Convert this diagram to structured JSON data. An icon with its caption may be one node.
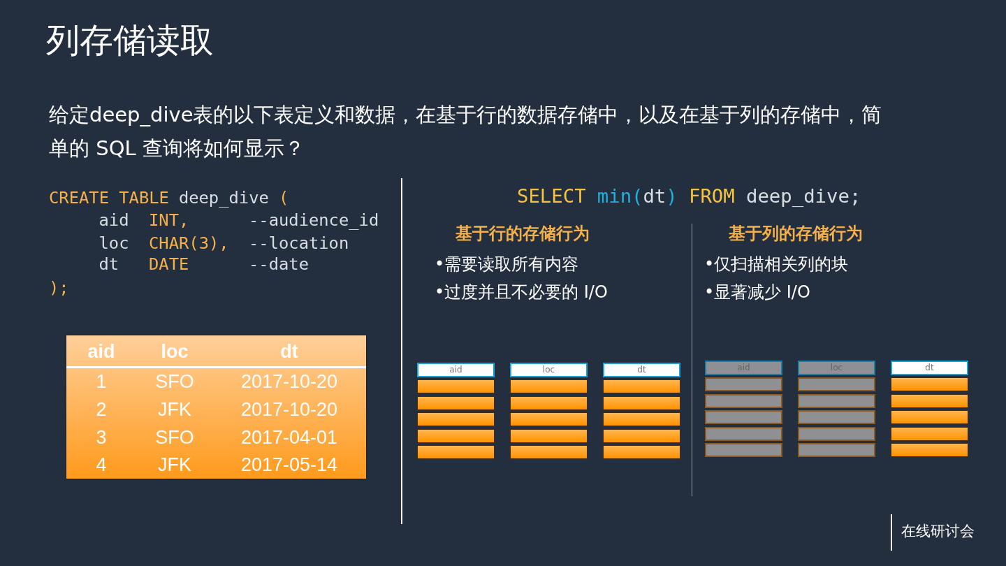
{
  "diagram": {
    "title": "列存储读取",
    "nodes": [
      {
        "text": [
          "aid"
        ]
      },
      {
        "text": [],
        "shape": "bar"
      },
      {
        "text": [],
        "shape": "bar"
      },
      {
        "text": [],
        "shape": "bar"
      },
      {
        "text": [],
        "shape": "bar"
      },
      {
        "text": [],
        "shape": "bar"
      },
      {
        "text": [
          "loc"
        ]
      },
      {
        "text": [],
        "shape": "bar"
      },
      {
        "text": [],
        "shape": "bar"
      },
      {
        "text": [],
        "shape": "bar"
      },
      {
        "text": [],
        "shape": "bar"
      },
      {
        "text": [],
        "shape": "bar"
      },
      {
        "text": [
          "dt"
        ]
      },
      {
        "text": [],
        "shape": "bar"
      },
      {
        "text": [],
        "shape": "bar"
      },
      {
        "text": [],
        "shape": "bar"
      },
      {
        "text": [],
        "shape": "bar"
      },
      {
        "text": [],
        "shape": "bar"
      },
      {
        "text": [
          "aid"
        ]
      },
      {
        "text": [],
        "shape": "bar"
      },
      {
        "text": [],
        "shape": "bar"
      },
      {
        "text": [],
        "shape": "bar"
      },
      {
        "text": [],
        "shape": "bar"
      },
      {
        "text": [],
        "shape": "bar"
      },
      {
        "text": [
          "loc"
        ]
      },
      {
        "text": [],
        "shape": "bar"
      },
      {
        "text": [],
        "shape": "bar"
      },
      {
        "text": [],
        "shape": "bar"
      },
      {
        "text": [],
        "shape": "bar"
      },
      {
        "text": [],
        "shape": "bar"
      },
      {
        "text": [
          "dt"
        ]
      },
      {
        "text": [],
        "shape": "bar"
      },
      {
        "text": [],
        "shape": "bar"
      },
      {
        "text": [],
        "shape": "bar"
      },
      {
        "text": [],
        "shape": "bar"
      },
      {
        "text": [],
        "shape": "bar"
      }
    ],
    "labels": [
      "给定deep_dive表的以下表定义和数据，在基于行的数据存储中，以及在基于列的存储中，简单的 SQL 查询将如何显示？",
      "CREATE TABLE",
      "deep_dive",
      "(",
      "aid",
      "INT,",
      "--audience_id",
      "loc",
      "CHAR(3),",
      "--location",
      "dt",
      "DATE",
      "--date",
      ");",
      "aid",
      "loc",
      "dt",
      "1",
      "SFO",
      "2017-10-20",
      "2",
      "JFK",
      "2017-10-20",
      "3",
      "SFO",
      "2017-04-01",
      "4",
      "JFK",
      "2017-05-14",
      "SELECT",
      "min(",
      "dt",
      ")",
      "FROM",
      "deep_dive;",
      "基于行的存储行为",
      "•需要读取所有内容",
      "•过度并且不必要的 I/O",
      "基于列的存储行为",
      "•仅扫描相关列的块",
      "•显著减少 I/O",
      "在线研讨会"
    ]
  }
}
